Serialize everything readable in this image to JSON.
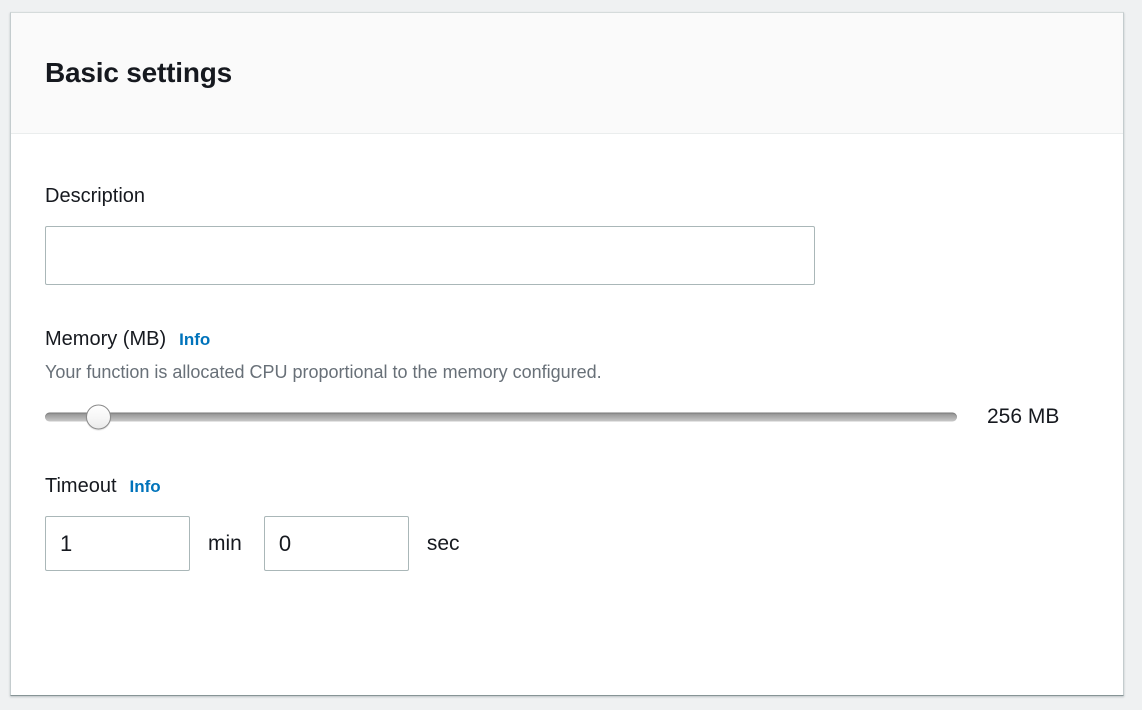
{
  "panel": {
    "title": "Basic settings"
  },
  "description_field": {
    "label": "Description",
    "value": "",
    "placeholder": ""
  },
  "memory_field": {
    "label": "Memory (MB)",
    "info_label": "Info",
    "description": "Your function is allocated CPU proportional to the memory configured.",
    "value_text": "256 MB",
    "value": 256,
    "min": 128,
    "max": 3008,
    "thumb_percent": 5.8
  },
  "timeout_field": {
    "label": "Timeout",
    "info_label": "Info",
    "minutes_value": "1",
    "minutes_unit": "min",
    "seconds_value": "0",
    "seconds_unit": "sec"
  },
  "colors": {
    "accent_link": "#0073bb",
    "text_primary": "#16191f",
    "text_secondary": "#687078",
    "input_border": "#aab7b8",
    "panel_header_bg": "#fafafa",
    "page_bg": "#eff1f2"
  }
}
